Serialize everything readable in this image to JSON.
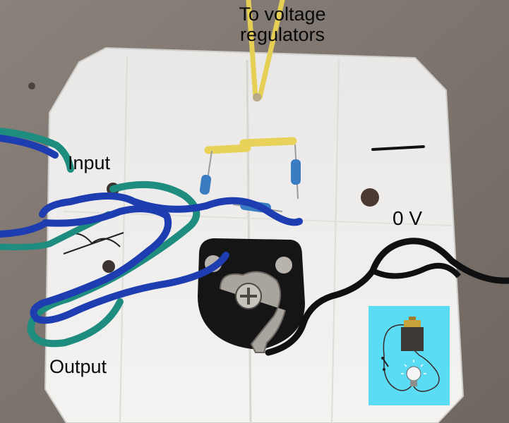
{
  "labels": {
    "regulators": "To voltage\nregulators",
    "input": "Input",
    "output": "Output",
    "zero_volt": "0 V"
  },
  "colors": {
    "background": "#7d746d",
    "card": "#efeeed",
    "wire_yellow": "#e8d25a",
    "wire_blue": "#1d3db0",
    "wire_teal": "#1f8c80",
    "wire_black": "#101010",
    "potentiometer": "#151515",
    "badge": "#59dcf4"
  },
  "icons": {
    "badge": "battery-bulb-circuit-icon"
  }
}
